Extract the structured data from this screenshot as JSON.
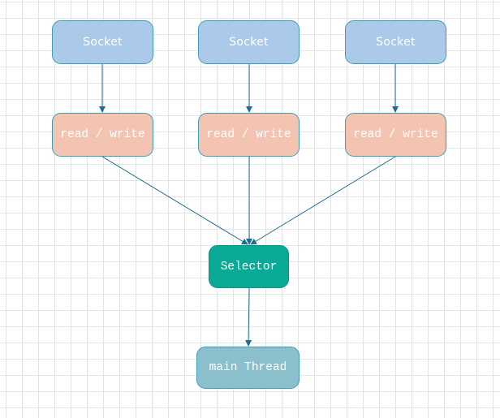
{
  "nodes": {
    "socket_1": "Socket",
    "socket_2": "Socket",
    "socket_3": "Socket",
    "rw_1": "read / write",
    "rw_2": "read / write",
    "rw_3": "read / write",
    "selector": "Selector",
    "main_thread": "main Thread"
  },
  "colors": {
    "socket_fill": "#abc9e8",
    "read_write_fill": "#f4c4b2",
    "selector_fill": "#0aaa96",
    "thread_fill": "#8cbfcc",
    "edge": "#1f6e8f"
  }
}
